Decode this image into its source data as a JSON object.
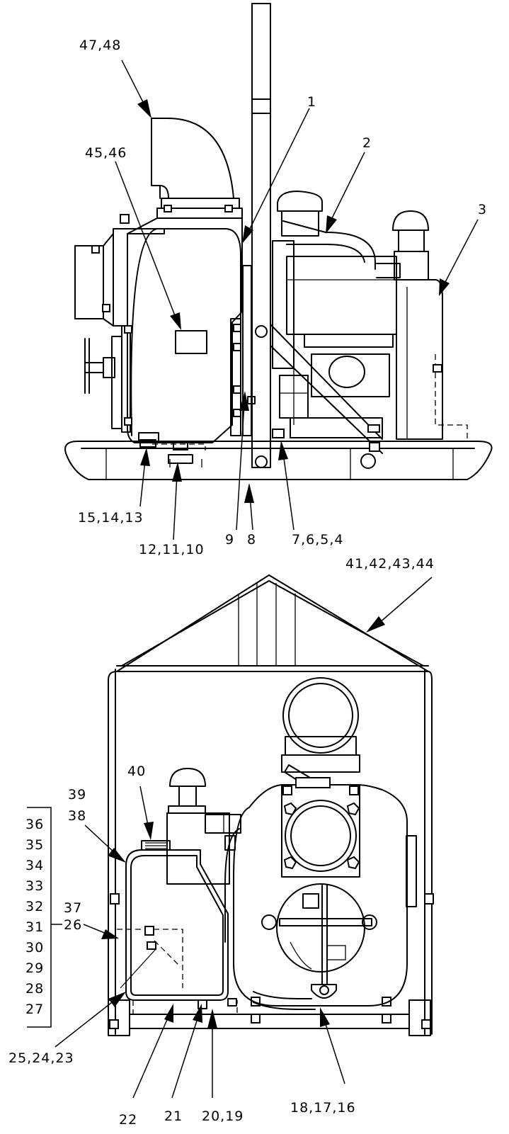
{
  "side_view": {
    "callouts": {
      "c47_48": "47,48",
      "c45_46": "45,46",
      "c1": "1",
      "c2": "2",
      "c3": "3",
      "c15_14_13": "15,14,13",
      "c12_11_10": "12,11,10",
      "c9": "9",
      "c8": "8",
      "c7_6_5_4": "7,6,5,4"
    }
  },
  "front_view": {
    "callouts": {
      "c41_42_43_44": "41,42,43,44",
      "c40": "40",
      "c39": "39",
      "c38": "38",
      "c37": "37",
      "c26": "26",
      "c25_24_23": "25,24,23",
      "c22": "22",
      "c21": "21",
      "c20_19": "20,19",
      "c18_17_16": "18,17,16"
    },
    "bracket_list": [
      "36",
      "35",
      "34",
      "33",
      "32",
      "31",
      "30",
      "29",
      "28",
      "27"
    ]
  }
}
